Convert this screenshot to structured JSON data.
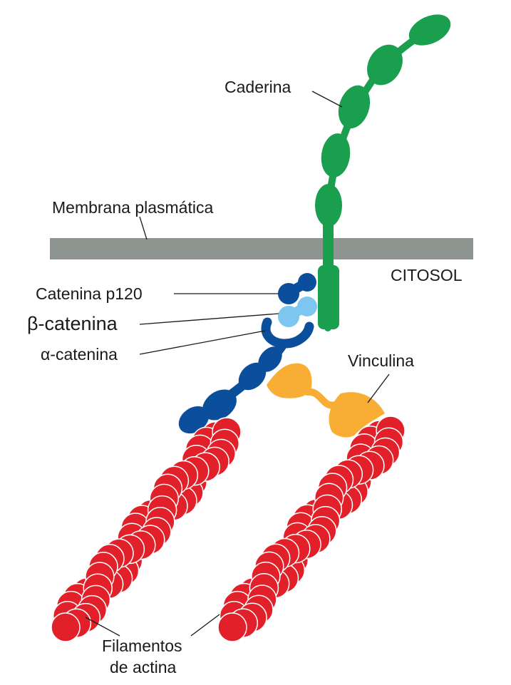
{
  "labels": {
    "cadherin": "Caderina",
    "membrane": "Membrana plasmática",
    "cytosol": "CITOSOL",
    "p120": "Catenina p120",
    "beta_catenin": "β-catenina",
    "alpha_catenin": "α-catenina",
    "vinculin": "Vinculina",
    "actin_line1": "Filamentos",
    "actin_line2": "de actina"
  },
  "colors": {
    "cadherin": "#1a9f4f",
    "membrane": "#8e948f",
    "p120": "#0b4f9c",
    "beta_catenin": "#7cc6ef",
    "alpha_catenin": "#0b4f9c",
    "vinculin": "#f8ae35",
    "actin": "#e2202a",
    "actin_outline": "#ffffff",
    "text": "#1a1a1a"
  }
}
